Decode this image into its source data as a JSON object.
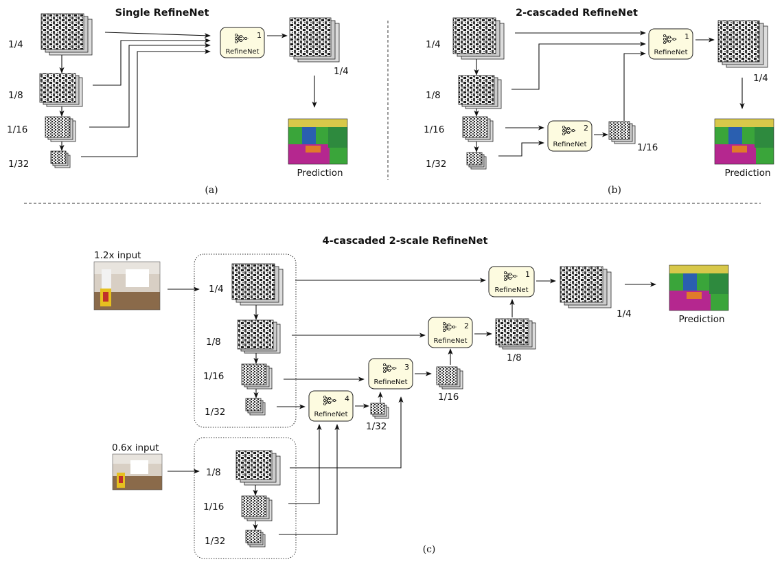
{
  "panel_a": {
    "title": "Single RefineNet",
    "caption": "(a)",
    "scales": [
      "1/4",
      "1/8",
      "1/16",
      "1/32"
    ],
    "output_scale": "1/4",
    "block_number": "1",
    "prediction": "Prediction"
  },
  "panel_b": {
    "title": "2-cascaded RefineNet",
    "caption": "(b)",
    "scales": [
      "1/4",
      "1/8",
      "1/16",
      "1/32"
    ],
    "block1_number": "1",
    "block2_number": "2",
    "mid_scale": "1/16",
    "output_scale": "1/4",
    "prediction": "Prediction"
  },
  "panel_c": {
    "title": "4-cascaded 2-scale RefineNet",
    "caption": "(c)",
    "input_high": "1.2x input",
    "input_low": "0.6x input",
    "high_scales": [
      "1/4",
      "1/8",
      "1/16",
      "1/32"
    ],
    "low_scales": [
      "1/8",
      "1/16",
      "1/32"
    ],
    "block_numbers": [
      "1",
      "2",
      "3",
      "4"
    ],
    "mid_scales": [
      "1/8",
      "1/16",
      "1/32"
    ],
    "output_scale": "1/4",
    "prediction": "Prediction"
  },
  "block_label": "RefineNet",
  "colors": {
    "block_fill": "#fdfbe0",
    "seg_green": "#3aa53a",
    "seg_magenta": "#b5278f",
    "seg_yellow": "#d8c84a",
    "seg_orange": "#e07b2a"
  }
}
